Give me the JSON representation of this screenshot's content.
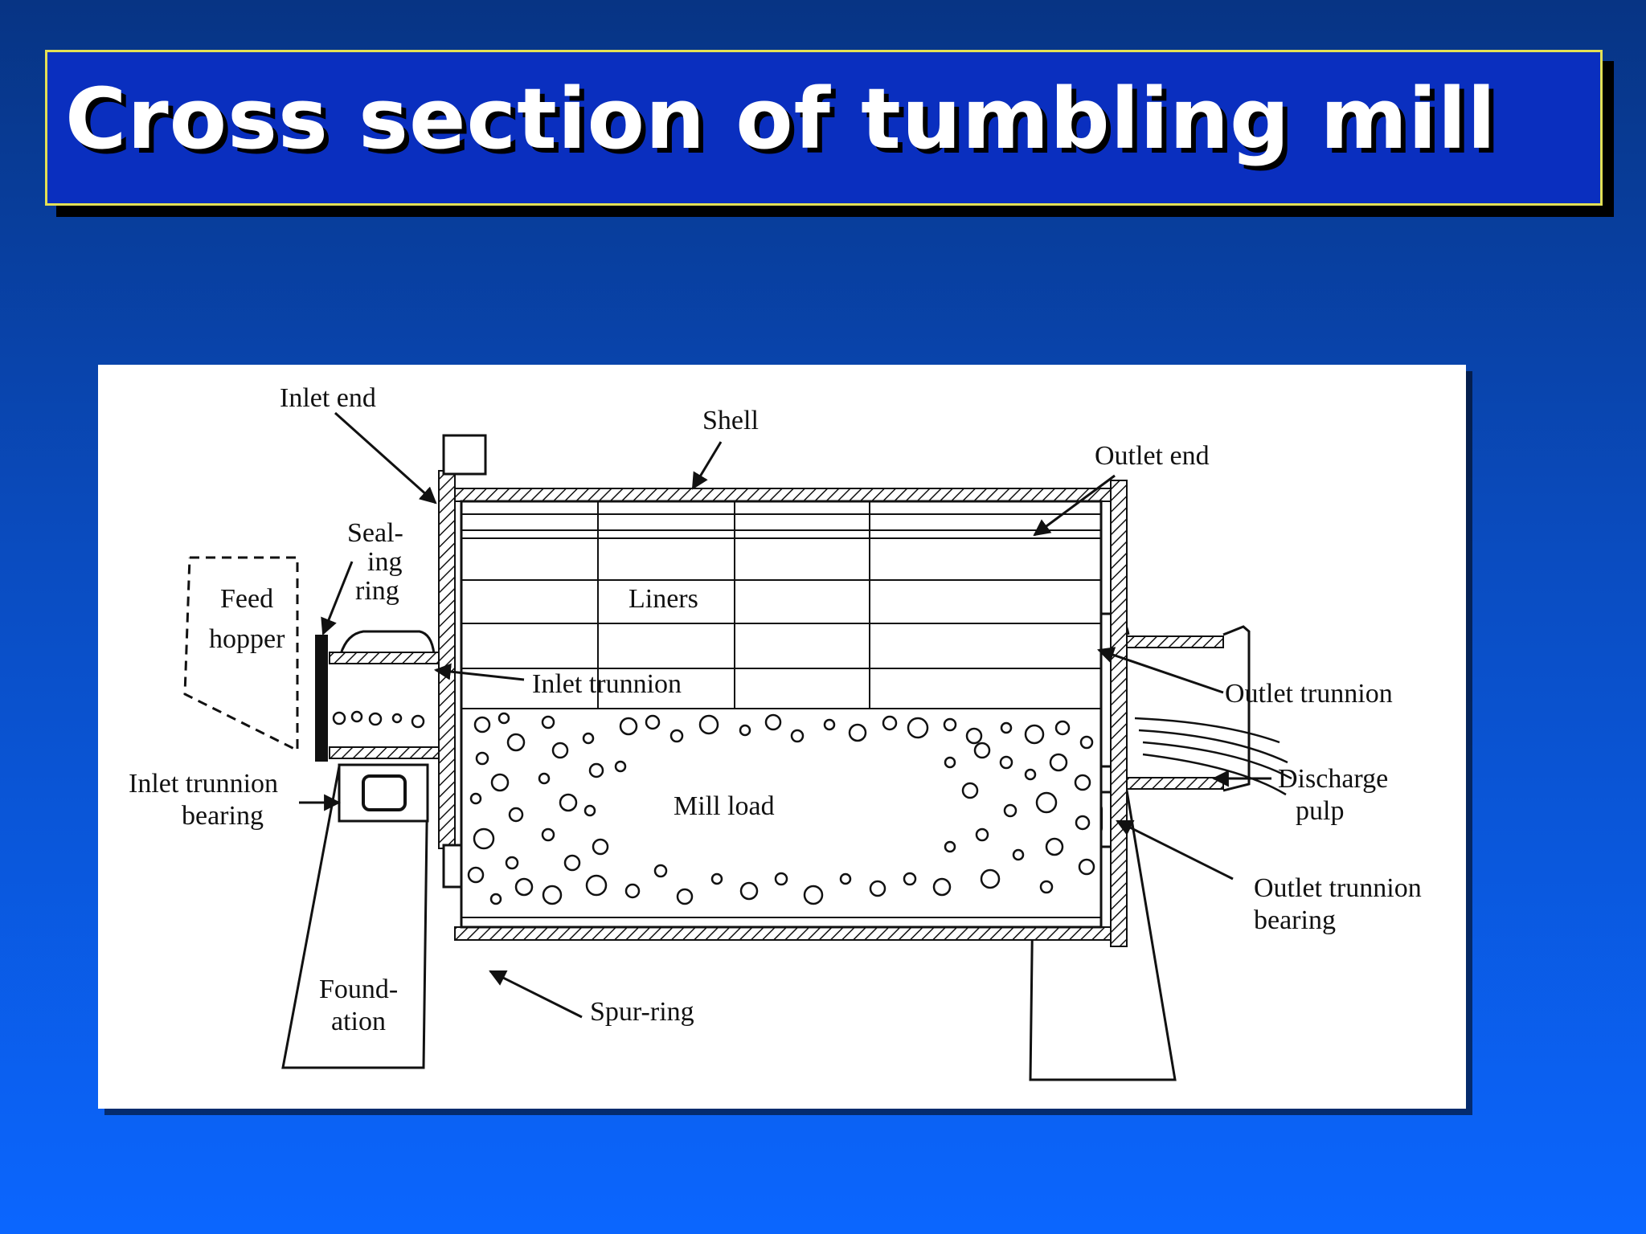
{
  "slide": {
    "title": "Cross section of tumbling mill"
  },
  "diagram": {
    "labels": {
      "inlet_end": "Inlet end",
      "shell": "Shell",
      "outlet_end": "Outlet end",
      "sealing_ring_1": "Seal-",
      "sealing_ring_2": "ing",
      "sealing_ring_3": "ring",
      "feed_hopper_1": "Feed",
      "feed_hopper_2": "hopper",
      "liners": "Liners",
      "inlet_trunnion": "Inlet  trunnion",
      "outlet_trunnion": "Outlet trunnion",
      "inlet_trunnion_bearing_1": "Inlet trunnion",
      "inlet_trunnion_bearing_2": "bearing",
      "mill_load": "Mill load",
      "discharge_pulp_1": "Discharge",
      "discharge_pulp_2": "pulp",
      "outlet_trunnion_bearing_1": "Outlet trunnion",
      "outlet_trunnion_bearing_2": "bearing",
      "foundation_1": "Found-",
      "foundation_2": "ation",
      "spur_ring": "Spur-ring"
    }
  }
}
